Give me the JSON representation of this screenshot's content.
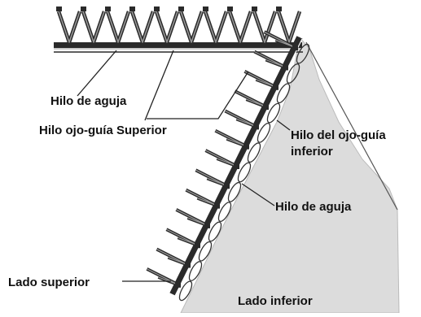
{
  "colors": {
    "fabric": "#dcdcdc",
    "stitch": "#2a2a2a",
    "thread_light": "#ffffff",
    "outline": "#333333"
  },
  "diagram": {
    "subject": "cover-stitch seam diagram",
    "labels": {
      "needle_thread_top": "Hilo de aguja",
      "upper_looper_thread": "Hilo ojo-guía Superior",
      "lower_looper_thread_line1": "Hilo del ojo-guía",
      "lower_looper_thread_line2": "inferior",
      "needle_thread_right": "Hilo de aguja",
      "upper_side": "Lado superior",
      "lower_side": "Lado inferior"
    }
  }
}
